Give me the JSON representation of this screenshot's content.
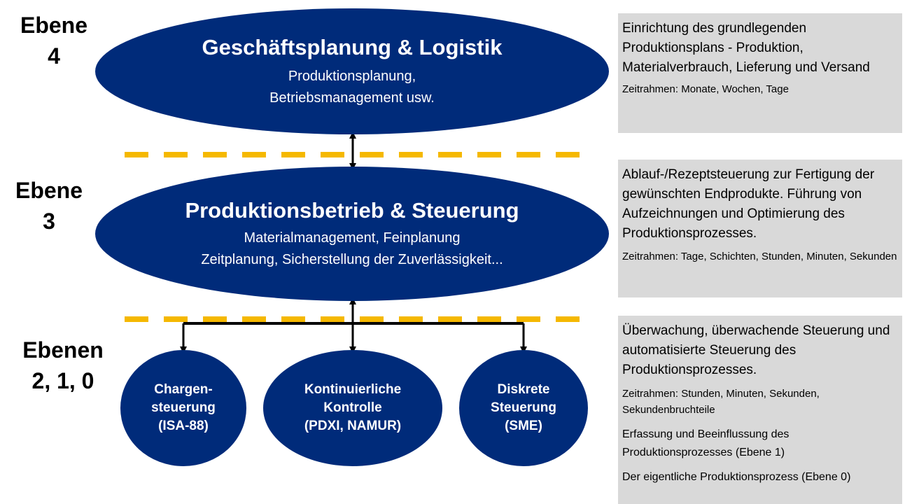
{
  "levels": {
    "l4": [
      "Ebene",
      "4"
    ],
    "l3": [
      "Ebene",
      "3"
    ],
    "l210": [
      "Ebenen",
      "2, 1, 0"
    ]
  },
  "ellipse4": {
    "title": "Geschäftsplanung & Logistik",
    "sub": [
      "Produktionsplanung,",
      "Betriebsmanagement usw."
    ]
  },
  "ellipse3": {
    "title": "Produktionsbetrieb & Steuerung",
    "sub": [
      "Materialmanagement, Feinplanung",
      "Zeitplanung, Sicherstellung der Zuverlässigkeit..."
    ]
  },
  "circles": [
    {
      "lines": [
        "Chargen-",
        "steuerung",
        "(ISA-88)"
      ]
    },
    {
      "lines": [
        "Kontinuierliche",
        "Kontrolle",
        "(PDXI, NAMUR)"
      ]
    },
    {
      "lines": [
        "Diskrete",
        "Steuerung",
        "(SME)"
      ]
    }
  ],
  "panels": {
    "p4": {
      "main": "Einrichtung des grundlegenden Produktionsplans - Produktion, Materialverbrauch, Lieferung und Versand",
      "time": "Zeitrahmen: Monate, Wochen, Tage"
    },
    "p3": {
      "main": "Ablauf-/Rezeptsteuerung zur Fertigung der gewünschten Endprodukte. Führung von Aufzeichnungen und Optimierung des Produktionsprozesses.",
      "time": "Zeitrahmen: Tage, Schichten, Stunden, Minuten, Sekunden"
    },
    "p210": {
      "main": "Überwachung, überwachende Steuerung und automatisierte Steuerung des Produktionsprozesses.",
      "time": "Zeitrahmen: Stunden, Minuten, Sekunden, Sekundenbruchteile",
      "level1": "Erfassung und Beeinflussung des Produktionsprozesses (Ebene 1)",
      "level0": "Der eigentliche Produktionsprozess (Ebene 0)"
    }
  },
  "colors": {
    "ellipse_fill": "#002b7a",
    "dashed_line": "#f5b800",
    "panel_bg": "#d9d9d9"
  }
}
